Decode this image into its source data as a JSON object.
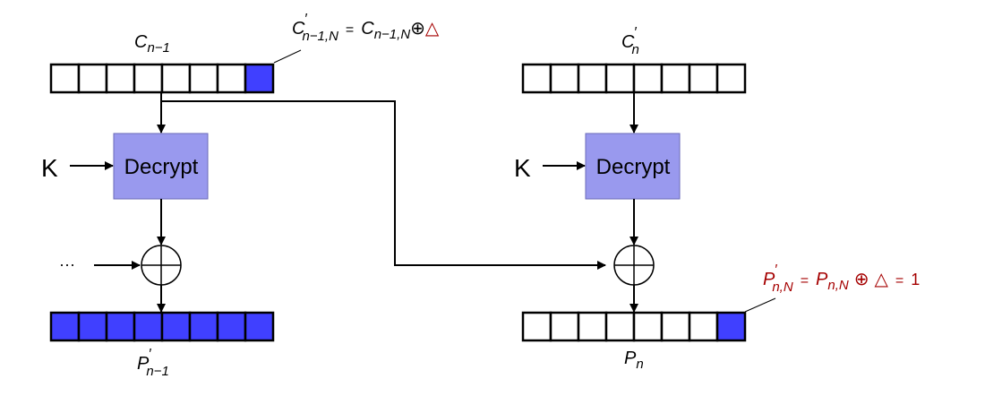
{
  "colors": {
    "highlight_block": "#4040ff",
    "decrypt_fill": "#9999ee",
    "accent_red": "#a50000",
    "line": "#000000"
  },
  "left": {
    "top_label": {
      "main": "C",
      "sub": "n−1"
    },
    "modified_label": {
      "lhs_main": "C",
      "lhs_prime": "′",
      "lhs_sub": "n−1,N",
      "eq": "=",
      "rhs_main": "C",
      "rhs_sub": "n−1,N",
      "xor": "⊕",
      "delta": "△"
    },
    "key_label": "K",
    "decrypt_label": "Decrypt",
    "ellipsis": "···",
    "bottom_label": {
      "main": "P",
      "prime": "′",
      "sub": "n−1"
    }
  },
  "right": {
    "top_label": {
      "main": "C",
      "prime": "′",
      "sub": "n"
    },
    "key_label": "K",
    "decrypt_label": "Decrypt",
    "result_label": {
      "lhs_main": "P",
      "lhs_prime": "′",
      "lhs_sub": "n,N",
      "eq": "=",
      "rhs_main": "P",
      "rhs_sub": "n,N",
      "xor": "⊕",
      "delta": "△",
      "eq2": "=",
      "value": "1"
    },
    "bottom_label": {
      "main": "P",
      "sub": "n"
    }
  }
}
